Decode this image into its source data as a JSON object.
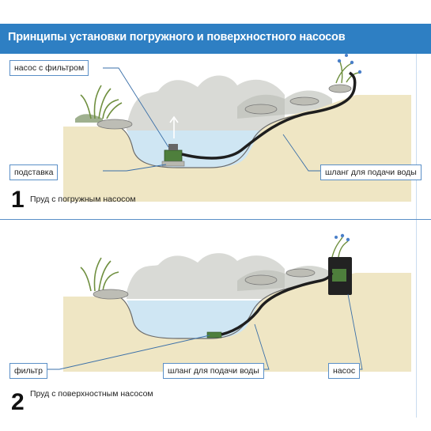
{
  "title": "Принципы установки погружного и поверхностного насосов",
  "diagram1": {
    "number": "1",
    "caption": "Пруд с погружным насосом",
    "labels": {
      "pump_with_filter": "насос с фильтром",
      "stand": "подставка",
      "hose": "шланг для подачи воды"
    }
  },
  "diagram2": {
    "number": "2",
    "caption": "Пруд с поверхностным насосом",
    "labels": {
      "filter": "фильтр",
      "hose": "шланг для подачи воды",
      "pump": "насос"
    }
  },
  "colors": {
    "title_bar": "#2e7fc3",
    "water": "#cfe6f3",
    "soil": "#efe6c4",
    "hose": "#1e1e1e",
    "callout_border": "#5a8fc7"
  }
}
